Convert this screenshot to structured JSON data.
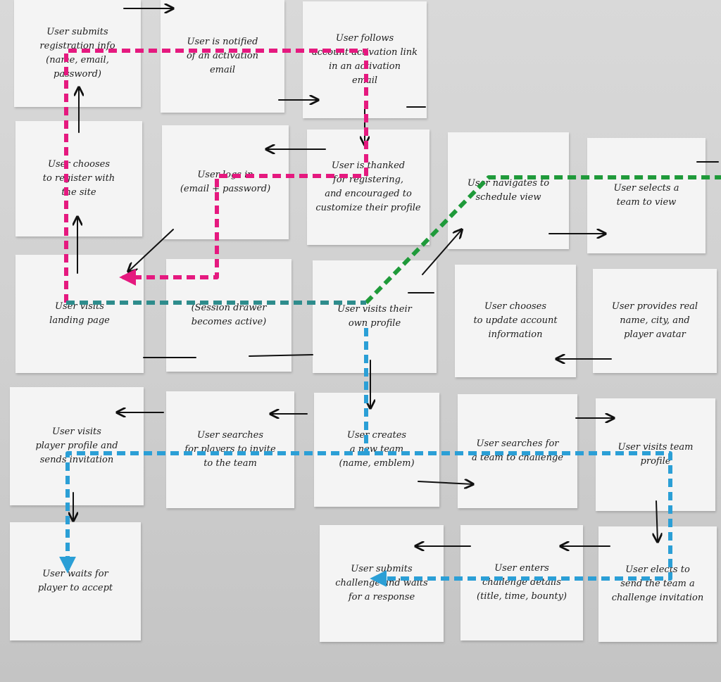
{
  "notes": [
    {
      "id": "submit-registration",
      "text": "User submits\nregistration info\n(name, email, password)"
    },
    {
      "id": "notified-activation",
      "text": "User is notified\nof an activation\nemail"
    },
    {
      "id": "follows-activation-link",
      "text": "User follows\naccount activation link\nin an activation\nemail"
    },
    {
      "id": "chooses-register",
      "text": "User chooses\nto register with\nthe site"
    },
    {
      "id": "logs-in",
      "text": "User logs in\n(email + password)"
    },
    {
      "id": "thanked-registering",
      "text": "User is thanked\nfor registering,\nand encouraged to\ncustomize their profile"
    },
    {
      "id": "navigates-schedule",
      "text": "User navigates to\nschedule view"
    },
    {
      "id": "selects-team",
      "text": "User selects a\nteam to view"
    },
    {
      "id": "visits-landing",
      "text": "User visits\nlanding page"
    },
    {
      "id": "session-drawer",
      "text": "(Session drawer\nbecomes active)"
    },
    {
      "id": "visits-own-profile",
      "text": "User visits their\nown profile"
    },
    {
      "id": "update-account",
      "text": "User chooses\nto update account\ninformation"
    },
    {
      "id": "provides-real-name",
      "text": "User provides real\nname, city, and\nplayer avatar"
    },
    {
      "id": "visits-player-profile",
      "text": "User visits\nplayer profile and\nsends invitation"
    },
    {
      "id": "searches-players",
      "text": "User searches\nfor players to invite\nto the team"
    },
    {
      "id": "creates-team",
      "text": "User creates\na new team\n(name, emblem)"
    },
    {
      "id": "searches-team-challenge",
      "text": "User searches for\na team to challenge"
    },
    {
      "id": "visits-team-profile",
      "text": "User visits team\nprofile"
    },
    {
      "id": "waits-player-accept",
      "text": "User waits for\nplayer to accept"
    },
    {
      "id": "submits-challenge",
      "text": "User submits\nchallenge and waits\nfor a response"
    },
    {
      "id": "enters-challenge-details",
      "text": "User enters\nchallenge details\n(title, time, bounty)"
    },
    {
      "id": "elects-send-challenge",
      "text": "User elects to\nsend the team a\nchallenge invitation"
    }
  ],
  "paths": [
    {
      "name": "registration-path",
      "color": "#e5197f"
    },
    {
      "name": "schedule-path",
      "color": "#1f9a3a"
    },
    {
      "name": "profile-path",
      "color": "#2e8c8c"
    },
    {
      "name": "team-challenge-path",
      "color": "#2b9fd6"
    }
  ]
}
